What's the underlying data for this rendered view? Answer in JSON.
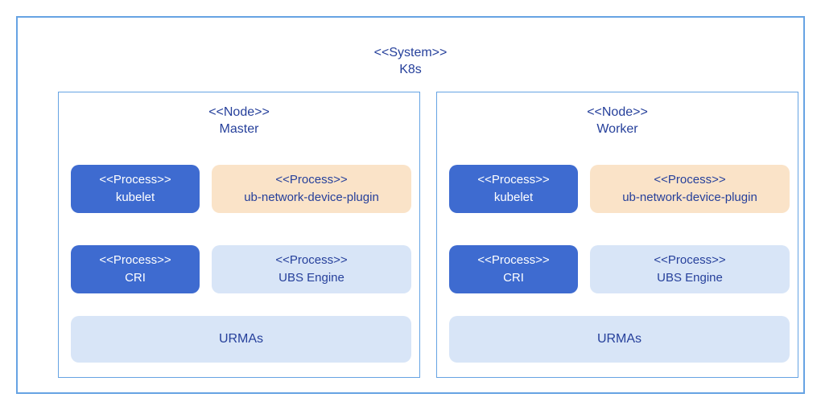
{
  "system": {
    "stereotype": "<<System>>",
    "name": "K8s"
  },
  "nodes": [
    {
      "stereotype": "<<Node>>",
      "name": "Master",
      "processes": [
        {
          "stereotype": "<<Process>>",
          "name": "kubelet",
          "variant": "solid-blue"
        },
        {
          "stereotype": "<<Process>>",
          "name": "ub-network-device-plugin",
          "variant": "peach"
        },
        {
          "stereotype": "<<Process>>",
          "name": "CRI",
          "variant": "solid-blue"
        },
        {
          "stereotype": "<<Process>>",
          "name": "UBS Engine",
          "variant": "light-blue"
        }
      ],
      "wide_process": {
        "name": "URMAs",
        "variant": "light-blue"
      }
    },
    {
      "stereotype": "<<Node>>",
      "name": "Worker",
      "processes": [
        {
          "stereotype": "<<Process>>",
          "name": "kubelet",
          "variant": "solid-blue"
        },
        {
          "stereotype": "<<Process>>",
          "name": "ub-network-device-plugin",
          "variant": "peach"
        },
        {
          "stereotype": "<<Process>>",
          "name": "CRI",
          "variant": "solid-blue"
        },
        {
          "stereotype": "<<Process>>",
          "name": "UBS Engine",
          "variant": "light-blue"
        }
      ],
      "wide_process": {
        "name": "URMAs",
        "variant": "light-blue"
      }
    }
  ],
  "colors": {
    "border_blue": "#66A3E3",
    "process_blue": "#3E6BD0",
    "process_peach": "#FAE3C8",
    "process_light_blue": "#D8E5F7",
    "text_dark": "#26409B"
  }
}
